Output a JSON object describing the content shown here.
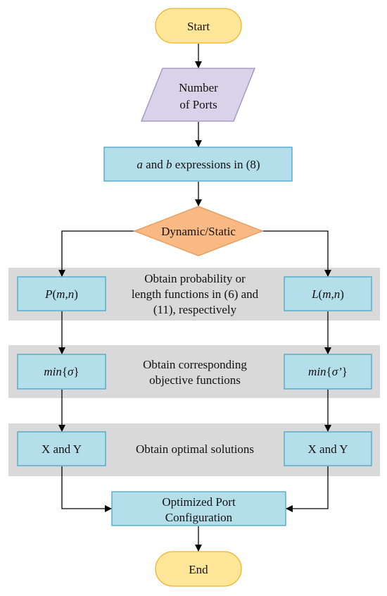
{
  "nodes": {
    "start": "Start",
    "ports_line1": "Number",
    "ports_line2": "of Ports",
    "expressions": {
      "a": "a",
      "and": " and ",
      "b": "b",
      "rest": " expressions in (8)"
    },
    "decision": "Dynamic/Static",
    "p_func": {
      "name": "P",
      "open": "(",
      "args": "m,n",
      "close": ")"
    },
    "l_func": {
      "name": "L",
      "open": "(",
      "args": "m,n",
      "close": ")"
    },
    "min_sigma": {
      "fn": "min",
      "open": "{",
      "sym": "σ",
      "close": "}"
    },
    "min_sigma_prime": {
      "fn": "min",
      "open": "{",
      "sym": "σ’",
      "close": "}"
    },
    "xy_left": "X and Y",
    "xy_right": "X and Y",
    "optimized_line1": "Optimized Port",
    "optimized_line2": "Configuration",
    "end": "End"
  },
  "bands": {
    "band1": [
      "Obtain probability or",
      "length functions in (6) and",
      "(11), respectively"
    ],
    "band2": [
      "Obtain corresponding",
      "objective functions"
    ],
    "band3": [
      "Obtain optimal solutions"
    ]
  },
  "colors": {
    "terminal_fill": "#FFE699",
    "terminal_stroke": "#F0B429",
    "io_fill": "#D9D2E9",
    "io_stroke": "#9E8FC2",
    "process_fill": "#B4DFEA",
    "process_stroke": "#4BA3C7",
    "decision_fill": "#F8B985",
    "decision_stroke": "#E59A5B",
    "band_fill": "#D9D9D9",
    "line": "#000000"
  }
}
